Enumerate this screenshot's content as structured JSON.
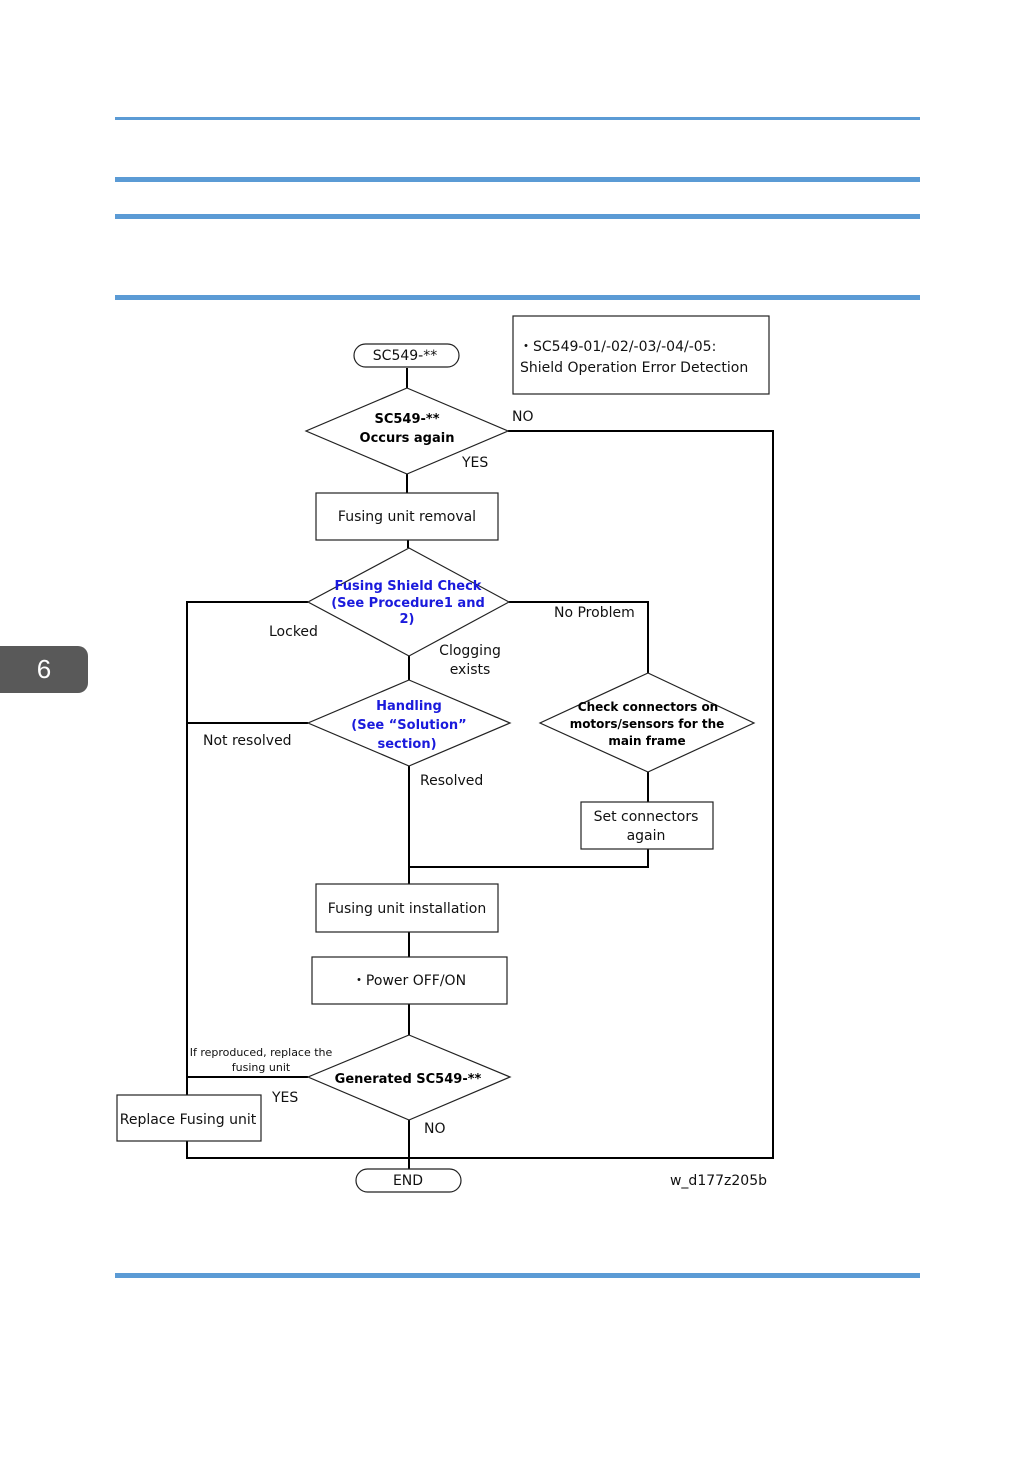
{
  "chapter_tab": "6",
  "diagram": {
    "note_line1": "・SC549-01/-02/-03/-04/-05:",
    "note_line2": "Shield Operation Error Detection",
    "start": "SC549-**",
    "d1_line1": "SC549-**",
    "d1_line2": "Occurs again",
    "no_1": "NO",
    "yes_1": "YES",
    "removal": "Fusing unit removal",
    "d2_line1": "Fusing Shield Check",
    "d2_line2": "(See Procedure1 and",
    "d2_line3": "2)",
    "locked": "Locked",
    "no_problem": "No Problem",
    "clogging_1": "Clogging",
    "clogging_2": "exists",
    "d3_line1": "Handling",
    "d3_line2": "(See “Solution”",
    "d3_line3": "section)",
    "not_resolved": "Not resolved",
    "d4_line1": "Check connectors on",
    "d4_line2": "motors/sensors for the",
    "d4_line3": "main frame",
    "resolved": "Resolved",
    "set_conn_1": "Set connectors",
    "set_conn_2": "again",
    "installation": "Fusing unit installation",
    "power": "・Power OFF/ON",
    "reproduced_1": "If reproduced, replace the",
    "reproduced_2": "fusing unit",
    "d5": "Generated SC549-**",
    "yes_2": "YES",
    "replace": "Replace Fusing unit",
    "no_2": "NO",
    "end": "END",
    "figure_id": "w_d177z205b"
  }
}
